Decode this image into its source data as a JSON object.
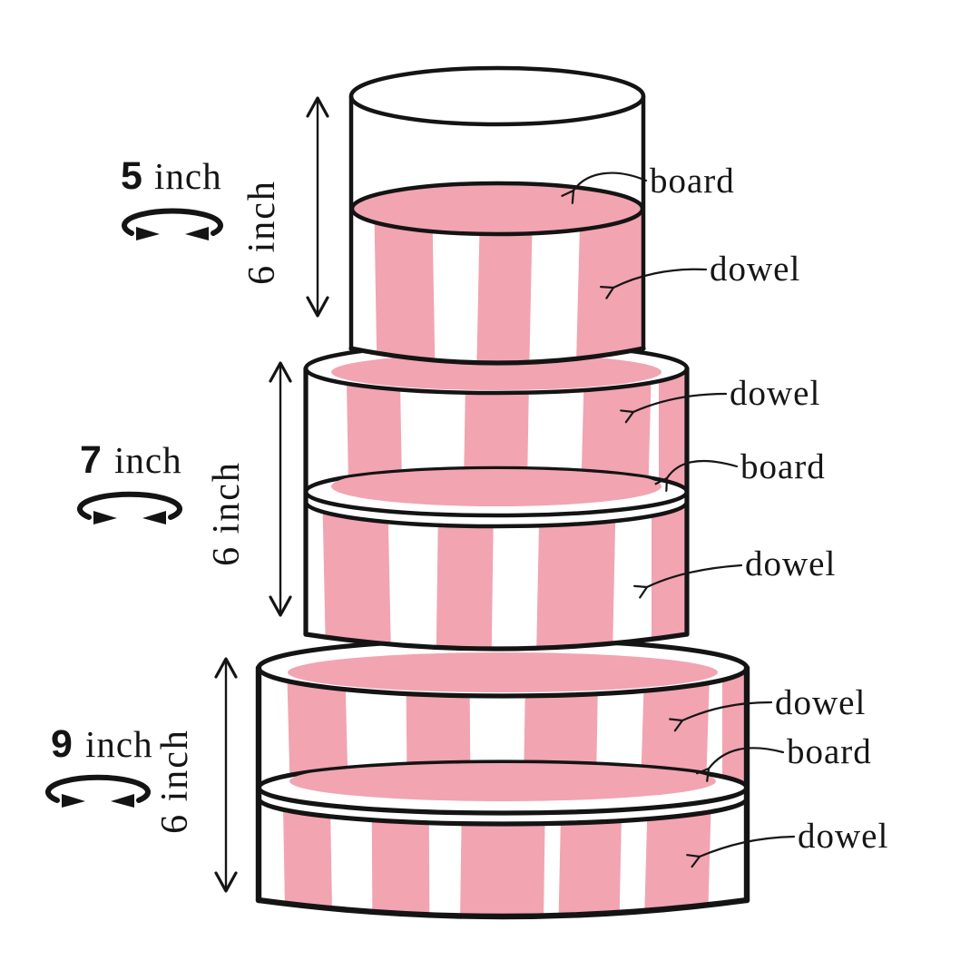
{
  "diagram": {
    "type": "tiered-cake-structure",
    "colors": {
      "pink": "#F2A4B1",
      "ink": "#141414",
      "background": "#FFFFFF"
    },
    "tiers": [
      {
        "name": "top-tier",
        "diameter": "5",
        "diameter_unit": "inch",
        "height": "6 inch",
        "callouts": [
          {
            "part": "board",
            "label": "board"
          },
          {
            "part": "dowel",
            "label": "dowel"
          }
        ]
      },
      {
        "name": "middle-tier",
        "diameter": "7",
        "diameter_unit": "inch",
        "height": "6 inch",
        "callouts": [
          {
            "part": "dowel",
            "label": "dowel"
          },
          {
            "part": "board",
            "label": "board"
          },
          {
            "part": "dowel",
            "label": "dowel"
          }
        ]
      },
      {
        "name": "bottom-tier",
        "diameter": "9",
        "diameter_unit": "inch",
        "height": "6 inch",
        "callouts": [
          {
            "part": "dowel",
            "label": "dowel"
          },
          {
            "part": "board",
            "label": "board"
          },
          {
            "part": "dowel",
            "label": "dowel"
          }
        ]
      }
    ]
  }
}
